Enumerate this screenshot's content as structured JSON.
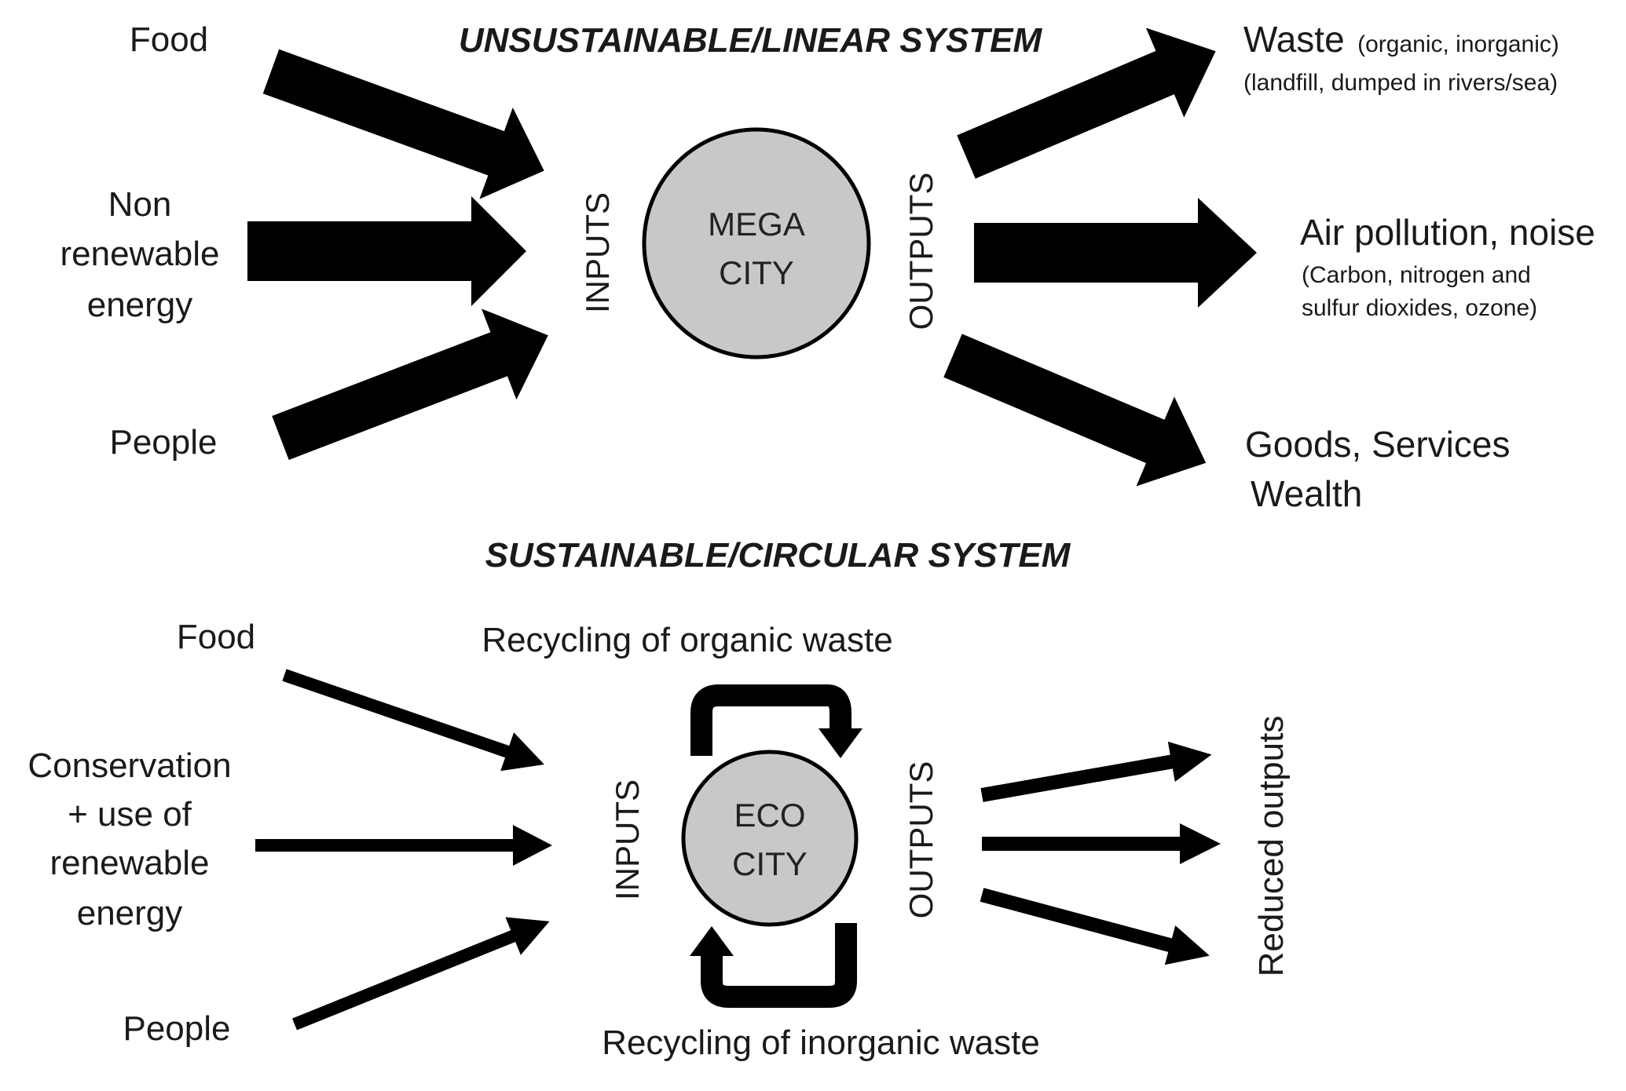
{
  "linear": {
    "title": "UNSUSTAINABLE/LINEAR SYSTEM",
    "inputs_label": "INPUTS",
    "outputs_label": "OUTPUTS",
    "city_lines": [
      "MEGA",
      "CITY"
    ],
    "inputs": {
      "food": "Food",
      "energy_lines": [
        "Non",
        "renewable",
        "energy"
      ],
      "people": "People"
    },
    "outputs": {
      "waste_title": "Waste",
      "waste_detail": "(organic, inorganic)",
      "waste_detail_2": "(landfill, dumped in rivers/sea)",
      "air_title": "Air pollution, noise",
      "air_detail_1": "(Carbon, nitrogen and",
      "air_detail_2": "sulfur dioxides, ozone)",
      "goods_1": "Goods, Services",
      "goods_2": "Wealth"
    }
  },
  "circular": {
    "title": "SUSTAINABLE/CIRCULAR SYSTEM",
    "inputs_label": "INPUTS",
    "outputs_label": "OUTPUTS",
    "city_lines": [
      "ECO",
      "CITY"
    ],
    "inputs": {
      "food": "Food",
      "energy_lines": [
        "Conservation",
        "+ use of",
        "renewable",
        "energy"
      ],
      "people": "People"
    },
    "recycling_top": "Recycling of organic waste",
    "recycling_bottom": "Recycling of inorganic waste",
    "reduced_outputs": "Reduced outputs"
  },
  "colors": {
    "city_fill": "#c8c8c8",
    "arrow": "#000000",
    "text": "#1a1a1a"
  }
}
